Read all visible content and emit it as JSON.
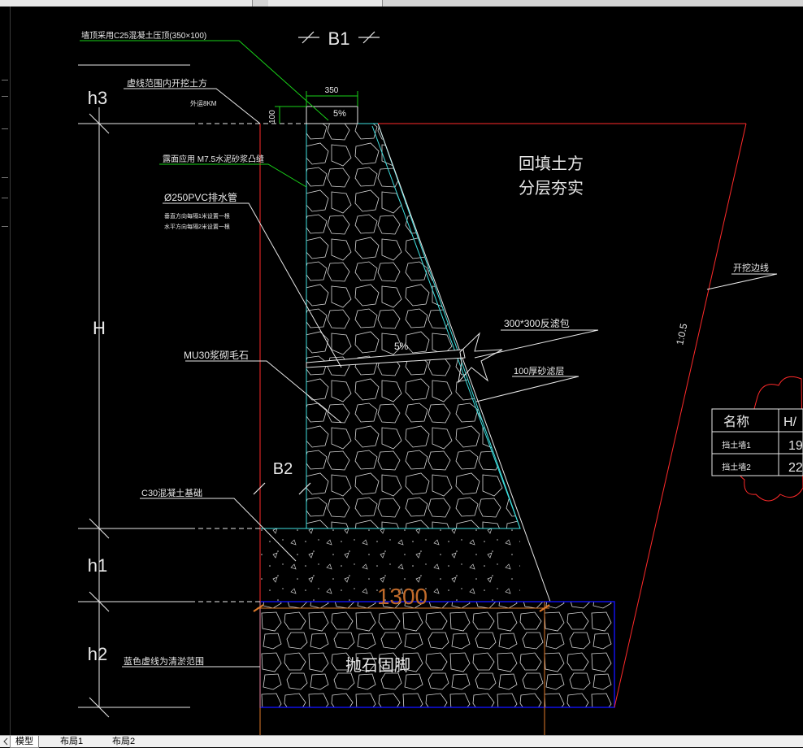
{
  "drawing": {
    "section_label": "B1",
    "section_label_b2": "B2",
    "dims": {
      "h3": "h3",
      "H": "H",
      "h1": "h1",
      "h2": "h2",
      "w350": "350",
      "h100": "100",
      "w1300": "1300",
      "slope_top": "5%",
      "slope_mid": "5%",
      "ratio": "1:0.5"
    },
    "fill_text": [
      "回填土方",
      "分层夯实"
    ],
    "footing_text": "抛石固脚"
  },
  "annotations": {
    "a1": "墙顶采用C25混凝土压顶(350×100)",
    "a2": "虚线范围内开挖土方",
    "a2b": "外运8KM",
    "a3": "露面应用 M7.5水泥砂浆凸缝",
    "a4": "Ø250PVC排水管",
    "a4b": "垂直方向每隔1米设置一根",
    "a4c": "水平方向每隔2米设置一根",
    "a5": "MU30浆砌毛石",
    "a6": "C30混凝土基础",
    "a7": "蓝色虚线为清淤范围",
    "a8": "300*300反滤包",
    "a9": "100厚砂滤层",
    "a10": "开挖边线"
  },
  "table": {
    "headers": [
      "名称",
      "H/"
    ],
    "rows": [
      [
        "挡土墙1",
        "19"
      ],
      [
        "挡土墙2",
        "22"
      ]
    ]
  },
  "tabs": [
    "模型",
    "布局1",
    "布局2"
  ],
  "colors": {
    "red": "#ff2a2a",
    "cyan": "#3fe0e0",
    "green": "#19d219",
    "blue": "#1010e8",
    "white": "#e8e8e8",
    "orange": "#e07a2a"
  }
}
